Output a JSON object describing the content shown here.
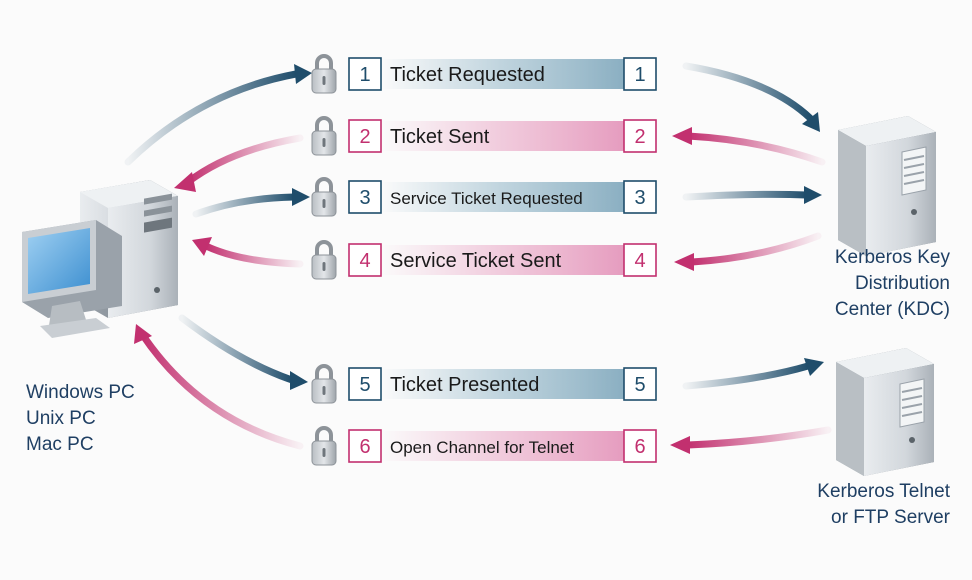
{
  "nodes": {
    "client": {
      "label_lines": [
        "Windows PC",
        "Unix PC",
        "Mac PC"
      ]
    },
    "kdc": {
      "label_lines": [
        "Kerberos Key",
        "Distribution",
        "Center (KDC)"
      ]
    },
    "telnet": {
      "label_lines": [
        "Kerberos Telnet",
        "or FTP Server"
      ]
    }
  },
  "steps": [
    {
      "number": "1",
      "label": "Ticket Requested",
      "direction": "to-server",
      "color": "#1f4d6b"
    },
    {
      "number": "2",
      "label": "Ticket Sent",
      "direction": "to-client",
      "color": "#c2306f"
    },
    {
      "number": "3",
      "label": "Service Ticket Requested",
      "direction": "to-server",
      "color": "#1f4d6b"
    },
    {
      "number": "4",
      "label": "Service Ticket Sent",
      "direction": "to-client",
      "color": "#c2306f"
    },
    {
      "number": "5",
      "label": "Ticket Presented",
      "direction": "to-server",
      "color": "#1f4d6b"
    },
    {
      "number": "6",
      "label": "Open Channel for Telnet",
      "direction": "to-client",
      "color": "#c2306f"
    }
  ],
  "colors": {
    "request_accent": "#1f4d6b",
    "request_band": "#8fb4c6",
    "response_accent": "#c2306f",
    "response_band": "#e8a3c3",
    "label_text": "#1f3f63"
  },
  "icons": {
    "step_icon": "padlock-icon",
    "client_icon": "desktop-computer-icon",
    "server_icon": "server-tower-icon"
  }
}
